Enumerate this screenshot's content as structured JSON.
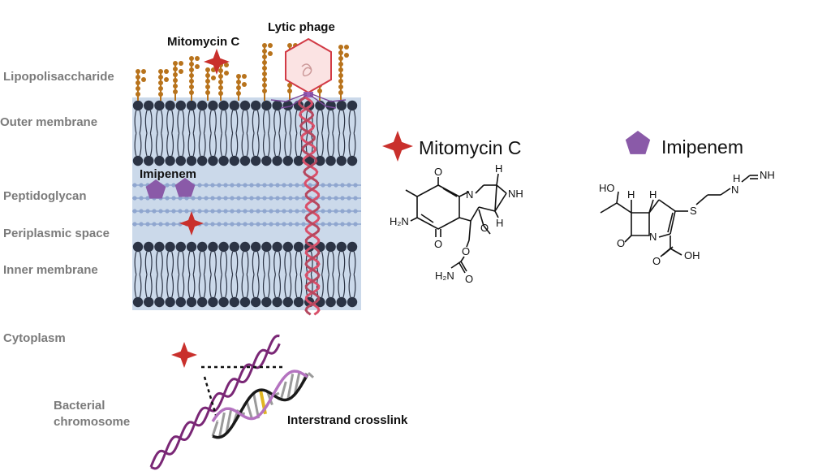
{
  "labels": {
    "lps": "Lipopolisaccharide",
    "outer_membrane": "Outer membrane",
    "peptidoglycan": "Peptidoglycan",
    "periplasmic": "Periplasmic space",
    "inner_membrane": "Inner membrane",
    "cytoplasm": "Cytoplasm",
    "chromosome_line1": "Bacterial",
    "chromosome_line2": "chromosome",
    "mitomycin_top": "Mitomycin C",
    "lytic_phage": "Lytic phage",
    "imipenem_inside": "Imipenem",
    "crosslink": "Interstrand crosslink"
  },
  "legend": {
    "mitomycin": "Mitomycin C",
    "imipenem": "Imipenem"
  },
  "chem_mitomycin": {
    "oxo_top": "O",
    "oxo_bottom": "O",
    "n_ring": "N",
    "nh": "NH",
    "h_top": "H",
    "h_bottom": "H",
    "h2n": "H₂N",
    "methoxy_o": "O",
    "carbamate_o": "O",
    "carbonyl_o": "O",
    "nh2": "H₂N"
  },
  "chem_imipenem": {
    "ho": "HO",
    "h1": "H",
    "h2": "H",
    "n": "N",
    "o": "O",
    "s": "S",
    "nh_end": "NH",
    "n_h": "H",
    "n_amid": "N",
    "acid_o": "O",
    "oh": "OH"
  },
  "colors": {
    "mitomycin_star": "#c9302c",
    "imipenem_pentagon": "#8a5aa8",
    "lps": "#b8731c",
    "membrane_head": "#2c3445",
    "membrane_band": "#cbd9ea",
    "phage": "#d9506a",
    "dna_purple": "#8a2b7e"
  }
}
